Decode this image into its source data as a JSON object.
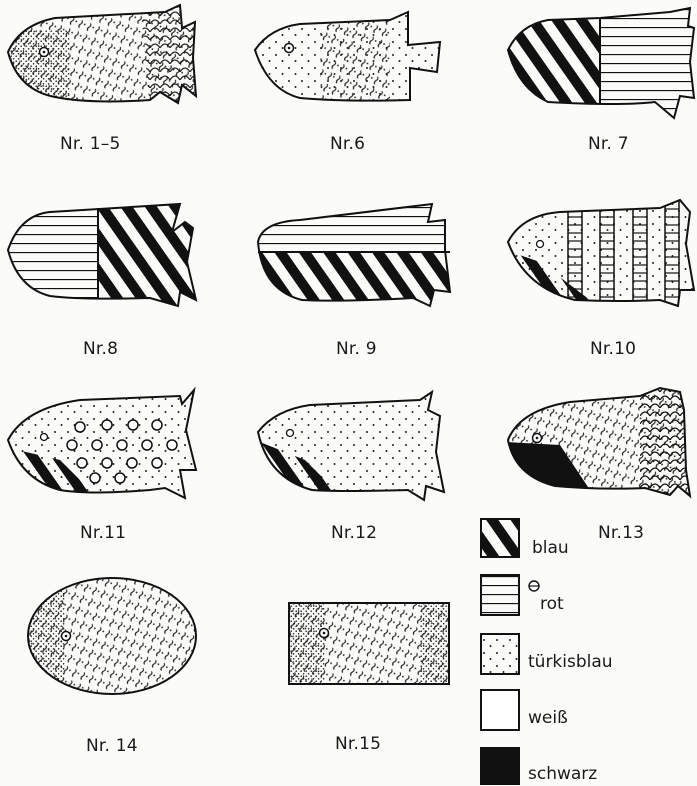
{
  "labels": {
    "f1": "Nr. 1–5",
    "f6": "Nr.6",
    "f7": "Nr. 7",
    "f8": "Nr.8",
    "f9": "Nr. 9",
    "f10": "Nr.10",
    "f11": "Nr.11",
    "f12": "Nr.12",
    "f13": "Nr.13",
    "f14": "Nr. 14",
    "f15": "Nr.15"
  },
  "legend": {
    "blau": "blau",
    "rot": "rot",
    "tuerkisblau": "türkisblau",
    "weiss": "weiß",
    "schwarz": "schwarz"
  }
}
